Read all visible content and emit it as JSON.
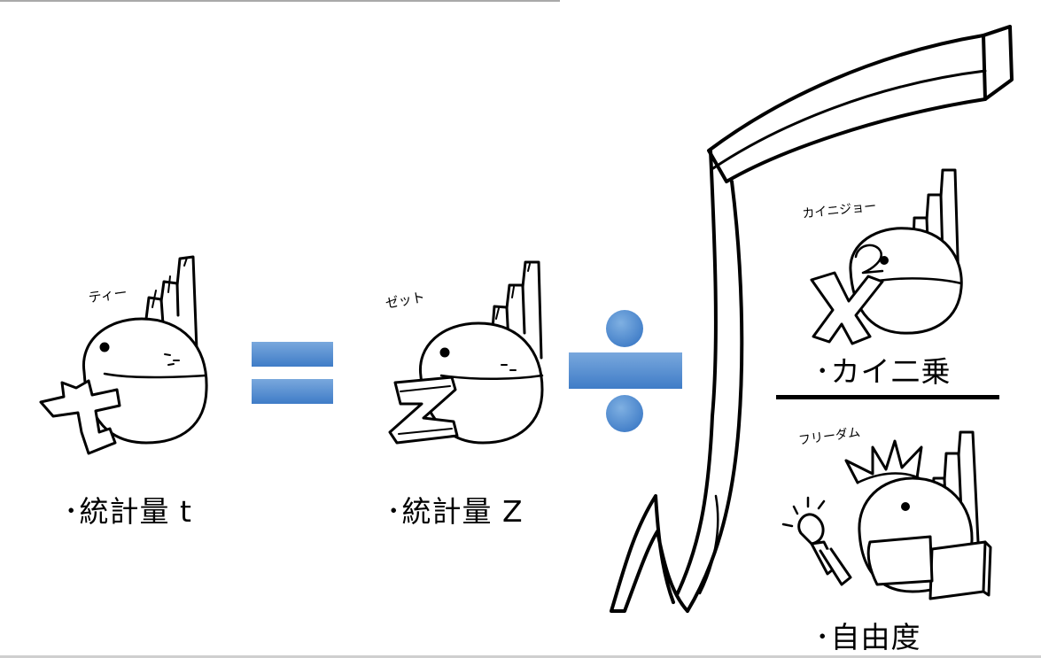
{
  "terms": {
    "t_statistic": {
      "label": "･統計量 t",
      "caption": "ティー"
    },
    "z_statistic": {
      "label": "･統計量 Z",
      "caption": "ゼット"
    },
    "chi_square": {
      "label": "･カイ二乗",
      "caption": "カイニジョー"
    },
    "degrees_of_freedom": {
      "label": "･自由度",
      "caption": "フリーダム"
    }
  },
  "operators": {
    "equals": "equals-sign",
    "divide": "division-sign",
    "root": "square-root-sign"
  },
  "colors": {
    "operator_light": "#79a8dd",
    "operator_dark": "#3f7cc7",
    "ink": "#000000"
  }
}
